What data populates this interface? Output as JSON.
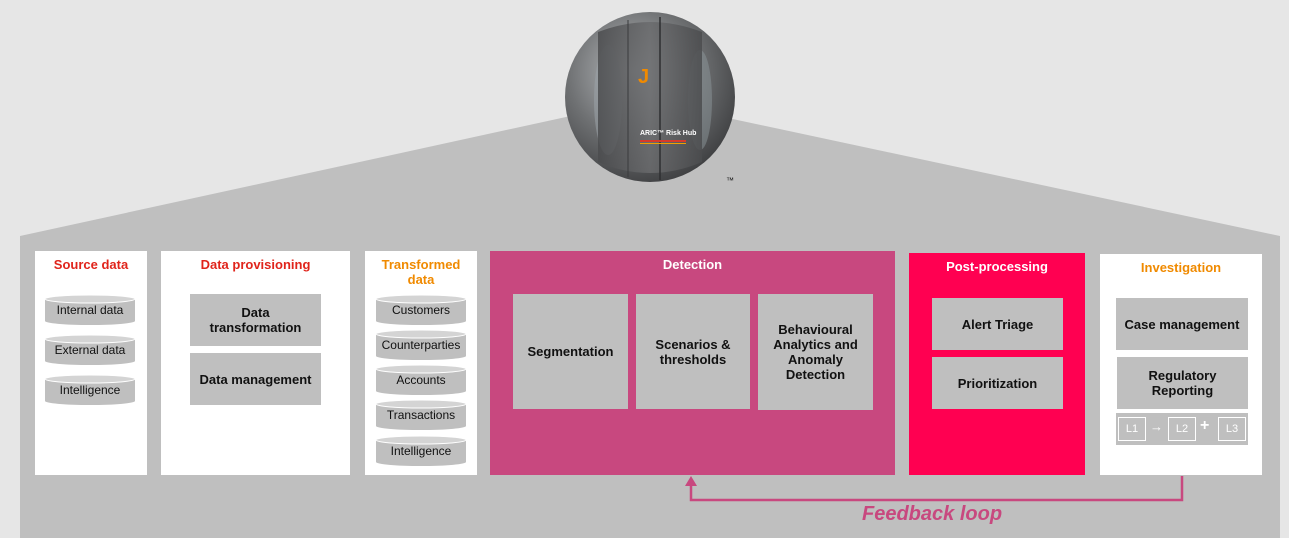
{
  "trademark": "™",
  "logo": {
    "brand_text": "ARIC™ Risk Hub",
    "glyph": "J"
  },
  "source": {
    "title": "Source data",
    "items": [
      "Internal data",
      "External data",
      "Intelligence"
    ]
  },
  "provisioning": {
    "title": "Data provisioning",
    "boxes": [
      "Data transformation",
      "Data management"
    ]
  },
  "transformed": {
    "title": "Transformed data",
    "items": [
      "Customers",
      "Counterparties",
      "Accounts",
      "Transactions",
      "Intelligence"
    ]
  },
  "detection": {
    "title": "Detection",
    "boxes": [
      "Segmentation",
      "Scenarios & thresholds",
      "Behavioural Analytics and Anomaly Detection"
    ]
  },
  "post": {
    "title": "Post-processing",
    "boxes": [
      "Alert Triage",
      "Prioritization"
    ]
  },
  "investigation": {
    "title": "Investigation",
    "boxes": [
      "Case management",
      "Regulatory Reporting"
    ],
    "levels": [
      "L1",
      "L2",
      "L3"
    ],
    "arrow": "→",
    "plus": "+"
  },
  "feedback": {
    "label": "Feedback loop"
  },
  "colors": {
    "detection": "#c8487f",
    "post": "#ff0051",
    "house": "#bfbfbf",
    "box": "#bfbfbf",
    "feedback": "#c8487f"
  }
}
